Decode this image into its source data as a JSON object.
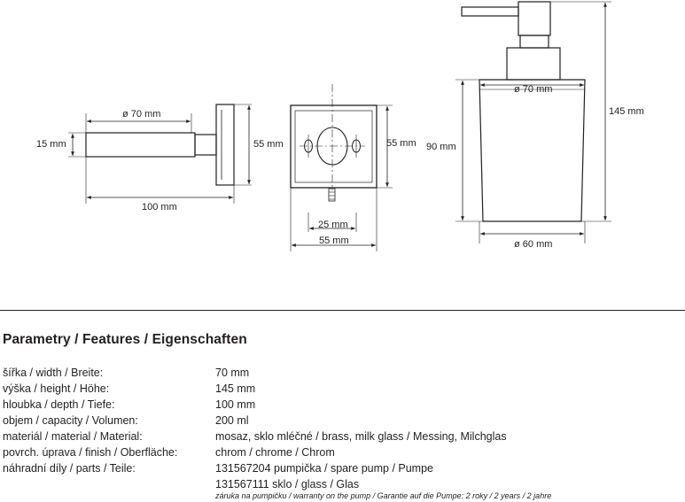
{
  "dimensions": {
    "side_top_width": "ø 70 mm",
    "side_height": "15 mm",
    "side_length": "100 mm",
    "plate_height_left": "55 mm",
    "plate_height_right": "55 mm",
    "hole_spacing": "25 mm",
    "plate_width": "55 mm",
    "dispenser_top_diameter": "ø 70 mm",
    "dispenser_total_height": "145 mm",
    "bottle_height": "90 mm",
    "bottom_diameter": "ø 60 mm"
  },
  "spec": {
    "title": "Parametry / Features / Eigenschaften",
    "rows": [
      {
        "label": "šířka / width / Breite:",
        "value": "70 mm"
      },
      {
        "label": "výška / height / Höhe:",
        "value": "145 mm"
      },
      {
        "label": "hloubka / depth / Tiefe:",
        "value": "100 mm"
      },
      {
        "label": "objem / capacity  / Volumen:",
        "value": "200 ml"
      },
      {
        "label": "materiál / material / Material:",
        "value": "mosaz, sklo mléčné / brass, milk glass / Messing, Milchglas"
      },
      {
        "label": "povrch. úprava / finish / Oberfläche:",
        "value": "chrom / chrome / Chrom"
      },
      {
        "label": "náhradní díly / parts / Teile:",
        "value": "131567204  pumpička / spare pump / Pumpe"
      },
      {
        "label": "",
        "value": "131567111  sklo / glass / Glas"
      }
    ],
    "warranty": "záruka na pumpičku / warranty on the pump / Garantie auf die Pumpe: 2 roky / 2 years / 2 jahre"
  }
}
